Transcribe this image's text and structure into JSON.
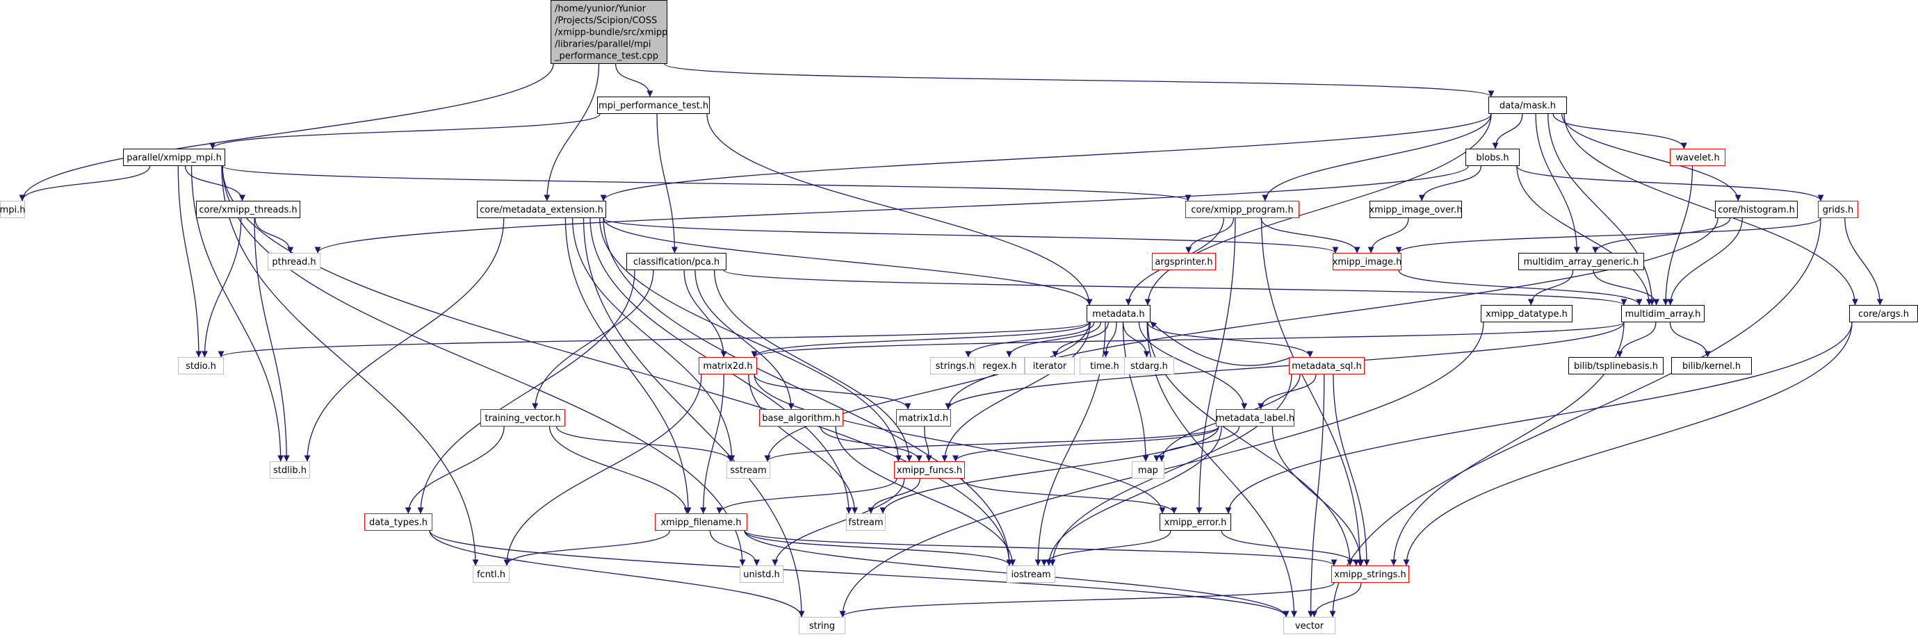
{
  "title": "",
  "colors": {
    "edge": "#191970",
    "node_default_border": "#000000",
    "node_red_border": "#ff0000",
    "node_gray_border": "#bfbfbf",
    "root_fill": "#bfbfbf",
    "node_fill": "#ffffff"
  },
  "nodes": [
    {
      "id": "root",
      "lines": [
        "/home/yunior/Yunior",
        "/Projects/Scipion/COSS",
        "/xmipp-bundle/src/xmipp",
        "/libraries/parallel/mpi",
        "_performance_test.cpp"
      ],
      "style": "root"
    },
    {
      "id": "mpi_performance_test_h",
      "lines": [
        "mpi_performance_test.h"
      ],
      "style": "black"
    },
    {
      "id": "data_mask_h",
      "lines": [
        "data/mask.h"
      ],
      "style": "black"
    },
    {
      "id": "parallel_xmipp_mpi_h",
      "lines": [
        "parallel/xmipp_mpi.h"
      ],
      "style": "black"
    },
    {
      "id": "blobs_h",
      "lines": [
        "blobs.h"
      ],
      "style": "black"
    },
    {
      "id": "wavelet_h",
      "lines": [
        "wavelet.h"
      ],
      "style": "red"
    },
    {
      "id": "mpi_h",
      "lines": [
        "mpi.h"
      ],
      "style": "gray"
    },
    {
      "id": "core_xmipp_threads_h",
      "lines": [
        "core/xmipp_threads.h"
      ],
      "style": "black"
    },
    {
      "id": "core_metadata_extension_h",
      "lines": [
        "core/metadata_extension.h"
      ],
      "style": "black"
    },
    {
      "id": "core_xmipp_program_h",
      "lines": [
        "core/xmipp_program.h"
      ],
      "style": "red"
    },
    {
      "id": "xmipp_image_over_h",
      "lines": [
        "xmipp_image_over.h"
      ],
      "style": "black"
    },
    {
      "id": "core_histogram_h",
      "lines": [
        "core/histogram.h"
      ],
      "style": "black"
    },
    {
      "id": "grids_h",
      "lines": [
        "grids.h"
      ],
      "style": "red"
    },
    {
      "id": "pthread_h",
      "lines": [
        "pthread.h"
      ],
      "style": "gray"
    },
    {
      "id": "classification_pca_h",
      "lines": [
        "classification/pca.h"
      ],
      "style": "black"
    },
    {
      "id": "argsprinter_h",
      "lines": [
        "argsprinter.h"
      ],
      "style": "red"
    },
    {
      "id": "xmipp_image_h",
      "lines": [
        "xmipp_image.h"
      ],
      "style": "red"
    },
    {
      "id": "multidim_array_generic_h",
      "lines": [
        "multidim_array_generic.h"
      ],
      "style": "black"
    },
    {
      "id": "metadata_h",
      "lines": [
        "metadata.h"
      ],
      "style": "black"
    },
    {
      "id": "xmipp_datatype_h",
      "lines": [
        "xmipp_datatype.h"
      ],
      "style": "black"
    },
    {
      "id": "multidim_array_h",
      "lines": [
        "multidim_array.h"
      ],
      "style": "black"
    },
    {
      "id": "core_args_h",
      "lines": [
        "core/args.h"
      ],
      "style": "black"
    },
    {
      "id": "stdio_h",
      "lines": [
        "stdio.h"
      ],
      "style": "gray"
    },
    {
      "id": "matrix2d_h",
      "lines": [
        "matrix2d.h"
      ],
      "style": "red"
    },
    {
      "id": "strings_h",
      "lines": [
        "strings.h"
      ],
      "style": "gray"
    },
    {
      "id": "regex_h",
      "lines": [
        "regex.h"
      ],
      "style": "gray"
    },
    {
      "id": "iterator",
      "lines": [
        "iterator"
      ],
      "style": "gray"
    },
    {
      "id": "time_h",
      "lines": [
        "time.h"
      ],
      "style": "gray"
    },
    {
      "id": "stdarg_h",
      "lines": [
        "stdarg.h"
      ],
      "style": "gray"
    },
    {
      "id": "metadata_sql_h",
      "lines": [
        "metadata_sql.h"
      ],
      "style": "red"
    },
    {
      "id": "bilib_tsplinebasis_h",
      "lines": [
        "bilib/tsplinebasis.h"
      ],
      "style": "black"
    },
    {
      "id": "bilib_kernel_h",
      "lines": [
        "bilib/kernel.h"
      ],
      "style": "black"
    },
    {
      "id": "training_vector_h",
      "lines": [
        "training_vector.h"
      ],
      "style": "red"
    },
    {
      "id": "base_algorithm_h",
      "lines": [
        "base_algorithm.h"
      ],
      "style": "red"
    },
    {
      "id": "matrix1d_h",
      "lines": [
        "matrix1d.h"
      ],
      "style": "red"
    },
    {
      "id": "metadata_label_h",
      "lines": [
        "metadata_label.h"
      ],
      "style": "red"
    },
    {
      "id": "stdlib_h",
      "lines": [
        "stdlib.h"
      ],
      "style": "gray"
    },
    {
      "id": "sstream",
      "lines": [
        "sstream"
      ],
      "style": "gray"
    },
    {
      "id": "xmipp_funcs_h",
      "lines": [
        "xmipp_funcs.h"
      ],
      "style": "red"
    },
    {
      "id": "map",
      "lines": [
        "map"
      ],
      "style": "gray"
    },
    {
      "id": "data_types_h",
      "lines": [
        "data_types.h"
      ],
      "style": "red"
    },
    {
      "id": "xmipp_filename_h",
      "lines": [
        "xmipp_filename.h"
      ],
      "style": "red"
    },
    {
      "id": "fstream",
      "lines": [
        "fstream"
      ],
      "style": "gray"
    },
    {
      "id": "xmipp_error_h",
      "lines": [
        "xmipp_error.h"
      ],
      "style": "black"
    },
    {
      "id": "fcntl_h",
      "lines": [
        "fcntl.h"
      ],
      "style": "gray"
    },
    {
      "id": "unistd_h",
      "lines": [
        "unistd.h"
      ],
      "style": "gray"
    },
    {
      "id": "iostream",
      "lines": [
        "iostream"
      ],
      "style": "gray"
    },
    {
      "id": "xmipp_strings_h",
      "lines": [
        "xmipp_strings.h"
      ],
      "style": "red"
    },
    {
      "id": "string",
      "lines": [
        "string"
      ],
      "style": "gray"
    },
    {
      "id": "vector",
      "lines": [
        "vector"
      ],
      "style": "gray"
    }
  ],
  "edges": [
    [
      "root",
      "mpi_performance_test_h"
    ],
    [
      "root",
      "data_mask_h"
    ],
    [
      "root",
      "mpi_h"
    ],
    [
      "root",
      "core_metadata_extension_h"
    ],
    [
      "mpi_performance_test_h",
      "parallel_xmipp_mpi_h"
    ],
    [
      "mpi_performance_test_h",
      "classification_pca_h"
    ],
    [
      "mpi_performance_test_h",
      "metadata_h"
    ],
    [
      "parallel_xmipp_mpi_h",
      "mpi_h"
    ],
    [
      "parallel_xmipp_mpi_h",
      "core_xmipp_threads_h"
    ],
    [
      "parallel_xmipp_mpi_h",
      "core_xmipp_program_h"
    ],
    [
      "parallel_xmipp_mpi_h",
      "stdio_h"
    ],
    [
      "parallel_xmipp_mpi_h",
      "stdlib_h"
    ],
    [
      "parallel_xmipp_mpi_h",
      "fcntl_h"
    ],
    [
      "parallel_xmipp_mpi_h",
      "unistd_h"
    ],
    [
      "parallel_xmipp_mpi_h",
      "iostream"
    ],
    [
      "core_xmipp_threads_h",
      "pthread_h"
    ],
    [
      "core_xmipp_threads_h",
      "stdio_h"
    ],
    [
      "core_xmipp_threads_h",
      "stdlib_h"
    ],
    [
      "data_mask_h",
      "blobs_h"
    ],
    [
      "data_mask_h",
      "wavelet_h"
    ],
    [
      "data_mask_h",
      "core_histogram_h"
    ],
    [
      "data_mask_h",
      "core_xmipp_program_h"
    ],
    [
      "data_mask_h",
      "core_metadata_extension_h"
    ],
    [
      "data_mask_h",
      "multidim_array_generic_h"
    ],
    [
      "data_mask_h",
      "multidim_array_h"
    ],
    [
      "data_mask_h",
      "core_args_h"
    ],
    [
      "data_mask_h",
      "metadata_h"
    ],
    [
      "blobs_h",
      "xmipp_image_over_h"
    ],
    [
      "blobs_h",
      "grids_h"
    ],
    [
      "blobs_h",
      "pthread_h"
    ],
    [
      "blobs_h",
      "multidim_array_h"
    ],
    [
      "wavelet_h",
      "multidim_array_h"
    ],
    [
      "core_histogram_h",
      "multidim_array_generic_h"
    ],
    [
      "core_histogram_h",
      "multidim_array_h"
    ],
    [
      "core_histogram_h",
      "matrix1d_h"
    ],
    [
      "grids_h",
      "xmipp_image_h"
    ],
    [
      "grids_h",
      "core_args_h"
    ],
    [
      "grids_h",
      "vector"
    ],
    [
      "xmipp_image_over_h",
      "xmipp_image_h"
    ],
    [
      "core_xmipp_program_h",
      "argsprinter_h"
    ],
    [
      "core_xmipp_program_h",
      "xmipp_image_h"
    ],
    [
      "core_xmipp_program_h",
      "metadata_h"
    ],
    [
      "core_xmipp_program_h",
      "xmipp_error_h"
    ],
    [
      "core_xmipp_program_h",
      "xmipp_strings_h"
    ],
    [
      "core_metadata_extension_h",
      "xmipp_image_h"
    ],
    [
      "core_metadata_extension_h",
      "metadata_h"
    ],
    [
      "core_metadata_extension_h",
      "stdlib_h"
    ],
    [
      "core_metadata_extension_h",
      "sstream"
    ],
    [
      "core_metadata_extension_h",
      "fstream"
    ],
    [
      "core_metadata_extension_h",
      "xmipp_filename_h"
    ],
    [
      "core_metadata_extension_h",
      "iostream"
    ],
    [
      "core_metadata_extension_h",
      "string"
    ],
    [
      "core_metadata_extension_h",
      "xmipp_funcs_h"
    ],
    [
      "classification_pca_h",
      "matrix2d_h"
    ],
    [
      "classification_pca_h",
      "training_vector_h"
    ],
    [
      "classification_pca_h",
      "base_algorithm_h"
    ],
    [
      "classification_pca_h",
      "data_types_h"
    ],
    [
      "classification_pca_h",
      "multidim_array_h"
    ],
    [
      "classification_pca_h",
      "xmipp_funcs_h"
    ],
    [
      "xmipp_image_h",
      "multidim_array_h"
    ],
    [
      "multidim_array_generic_h",
      "multidim_array_h"
    ],
    [
      "multidim_array_generic_h",
      "xmipp_datatype_h"
    ],
    [
      "xmipp_datatype_h",
      "string"
    ],
    [
      "multidim_array_h",
      "bilib_tsplinebasis_h"
    ],
    [
      "multidim_array_h",
      "bilib_kernel_h"
    ],
    [
      "multidim_array_h",
      "matrix2d_h"
    ],
    [
      "multidim_array_h",
      "matrix1d_h"
    ],
    [
      "multidim_array_h",
      "xmipp_strings_h"
    ],
    [
      "core_args_h",
      "xmipp_strings_h"
    ],
    [
      "core_args_h",
      "xmipp_error_h"
    ],
    [
      "metadata_h",
      "stdio_h"
    ],
    [
      "metadata_h",
      "strings_h"
    ],
    [
      "metadata_h",
      "regex_h"
    ],
    [
      "metadata_h",
      "iterator"
    ],
    [
      "metadata_h",
      "time_h"
    ],
    [
      "metadata_h",
      "stdarg_h"
    ],
    [
      "metadata_h",
      "metadata_sql_h"
    ],
    [
      "metadata_h",
      "matrix2d_h"
    ],
    [
      "metadata_h",
      "map"
    ],
    [
      "metadata_h",
      "sstream"
    ],
    [
      "metadata_h",
      "xmipp_strings_h"
    ],
    [
      "metadata_h",
      "vector"
    ],
    [
      "metadata_h",
      "xmipp_funcs_h"
    ],
    [
      "metadata_h",
      "iostream"
    ],
    [
      "metadata_h",
      "metadata_label_h"
    ],
    [
      "metadata_sql_h",
      "metadata_label_h"
    ],
    [
      "metadata_sql_h",
      "metadata_h"
    ],
    [
      "metadata_sql_h",
      "map"
    ],
    [
      "metadata_sql_h",
      "iostream"
    ],
    [
      "metadata_sql_h",
      "xmipp_strings_h"
    ],
    [
      "metadata_sql_h",
      "vector"
    ],
    [
      "matrix2d_h",
      "matrix1d_h"
    ],
    [
      "matrix2d_h",
      "xmipp_filename_h"
    ],
    [
      "matrix2d_h",
      "fcntl_h"
    ],
    [
      "matrix2d_h",
      "xmipp_error_h"
    ],
    [
      "matrix2d_h",
      "fstream"
    ],
    [
      "training_vector_h",
      "sstream"
    ],
    [
      "training_vector_h",
      "data_types_h"
    ],
    [
      "training_vector_h",
      "xmipp_filename_h"
    ],
    [
      "base_algorithm_h",
      "xmipp_funcs_h"
    ],
    [
      "base_algorithm_h",
      "iostream"
    ],
    [
      "matrix1d_h",
      "xmipp_funcs_h"
    ],
    [
      "metadata_label_h",
      "xmipp_funcs_h"
    ],
    [
      "metadata_label_h",
      "map"
    ],
    [
      "metadata_label_h",
      "fstream"
    ],
    [
      "metadata_label_h",
      "iostream"
    ],
    [
      "metadata_label_h",
      "xmipp_strings_h"
    ],
    [
      "metadata_label_h",
      "sstream"
    ],
    [
      "xmipp_funcs_h",
      "xmipp_filename_h"
    ],
    [
      "xmipp_funcs_h",
      "fstream"
    ],
    [
      "xmipp_funcs_h",
      "xmipp_error_h"
    ],
    [
      "xmipp_funcs_h",
      "unistd_h"
    ],
    [
      "data_types_h",
      "string"
    ],
    [
      "data_types_h",
      "vector"
    ],
    [
      "xmipp_filename_h",
      "fcntl_h"
    ],
    [
      "xmipp_filename_h",
      "unistd_h"
    ],
    [
      "xmipp_filename_h",
      "iostream"
    ],
    [
      "xmipp_filename_h",
      "xmipp_strings_h"
    ],
    [
      "xmipp_filename_h",
      "vector"
    ],
    [
      "xmipp_error_h",
      "iostream"
    ],
    [
      "xmipp_error_h",
      "xmipp_strings_h"
    ],
    [
      "xmipp_strings_h",
      "string"
    ],
    [
      "xmipp_strings_h",
      "vector"
    ]
  ]
}
